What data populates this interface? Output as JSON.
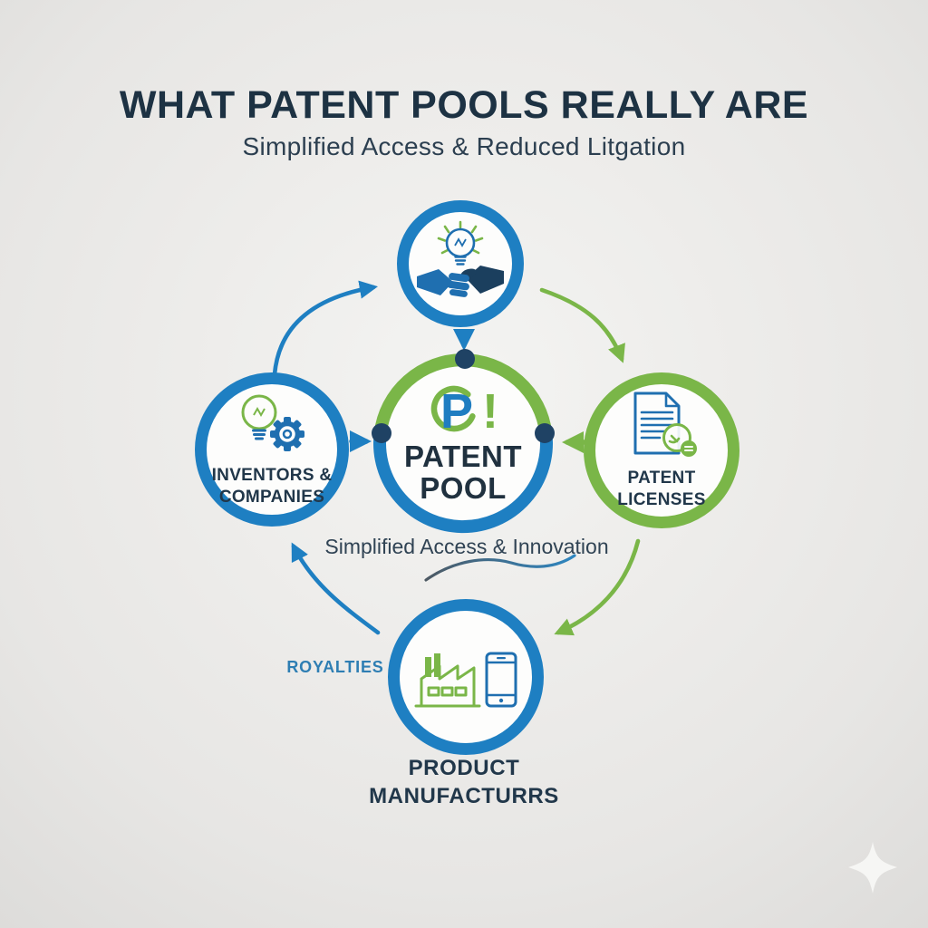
{
  "header": {
    "title": "WHAT PATENT POOLS REALLY ARE",
    "subtitle": "Simplified Access & Reduced Litgation"
  },
  "center_node": {
    "logo_p": "P",
    "logo_bang": "!",
    "label_line1": "PATENT",
    "label_line2": "POOL"
  },
  "nodes": {
    "left": {
      "label_line1": "INVENTORS &",
      "label_line2": "COMPANIES"
    },
    "right": {
      "label_line1": "PATENT",
      "label_line2": "LICENSES"
    },
    "bottom": {
      "label_line1": "PRODUCT",
      "label_line2": "MANUFACTURRS"
    }
  },
  "annotations": {
    "flow_caption": "Simplified Access & Innovation",
    "royalties": "ROYALTIES"
  },
  "icons": {
    "top": "lightbulb-handshake-icon",
    "left": "lightbulb-gear-icon",
    "right": "license-document-icon",
    "bottom": "factory-smartphone-icon",
    "center": "patent-pool-logo",
    "corner": "sparkle-icon"
  },
  "colors": {
    "blue": "#1e7fc2",
    "green": "#7ab648",
    "navy": "#20313f",
    "royalties_blue": "#2e7eb3",
    "background": "#e8e7e5"
  }
}
